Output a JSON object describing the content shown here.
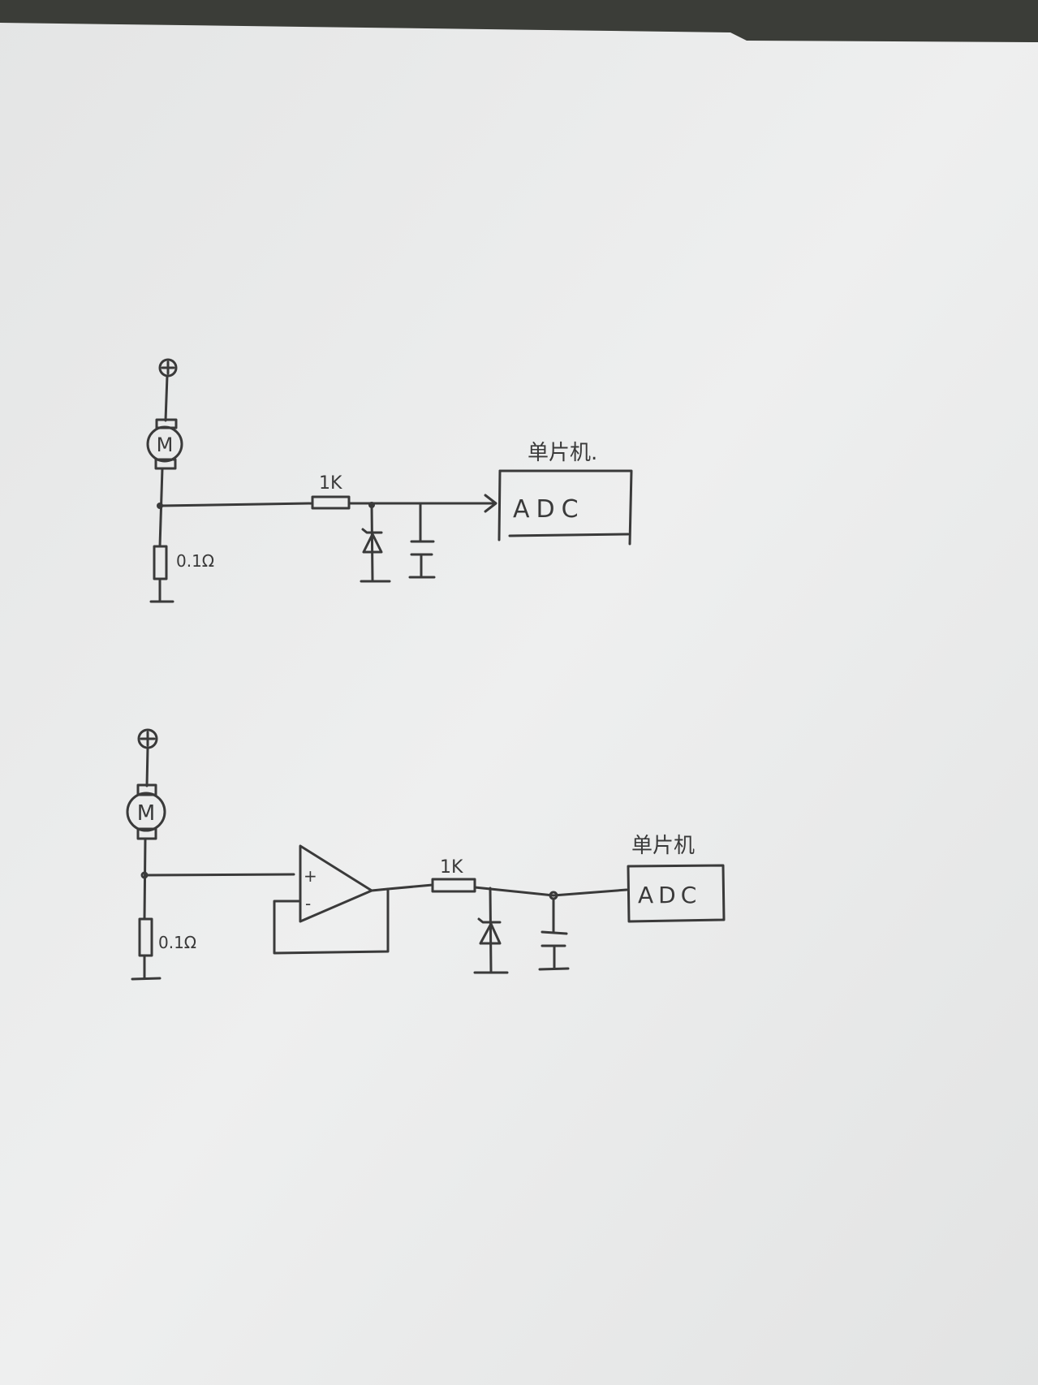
{
  "circuit_top": {
    "supply_symbol": "⊕",
    "motor_label": "M",
    "shunt_label": "0.1Ω",
    "series_resistor_label": "1K",
    "mcu_label": "单片机.",
    "adc_label": "ADC"
  },
  "circuit_bottom": {
    "supply_symbol": "⊕",
    "motor_label": "M",
    "shunt_label": "0.1Ω",
    "opamp_plus": "+",
    "opamp_minus": "-",
    "series_resistor_label": "1K",
    "mcu_label": "单片机",
    "adc_label": "ADC"
  },
  "colors": {
    "paper": "#e9eaea",
    "ink": "#3a3a3a",
    "background": "#3b3d38"
  }
}
